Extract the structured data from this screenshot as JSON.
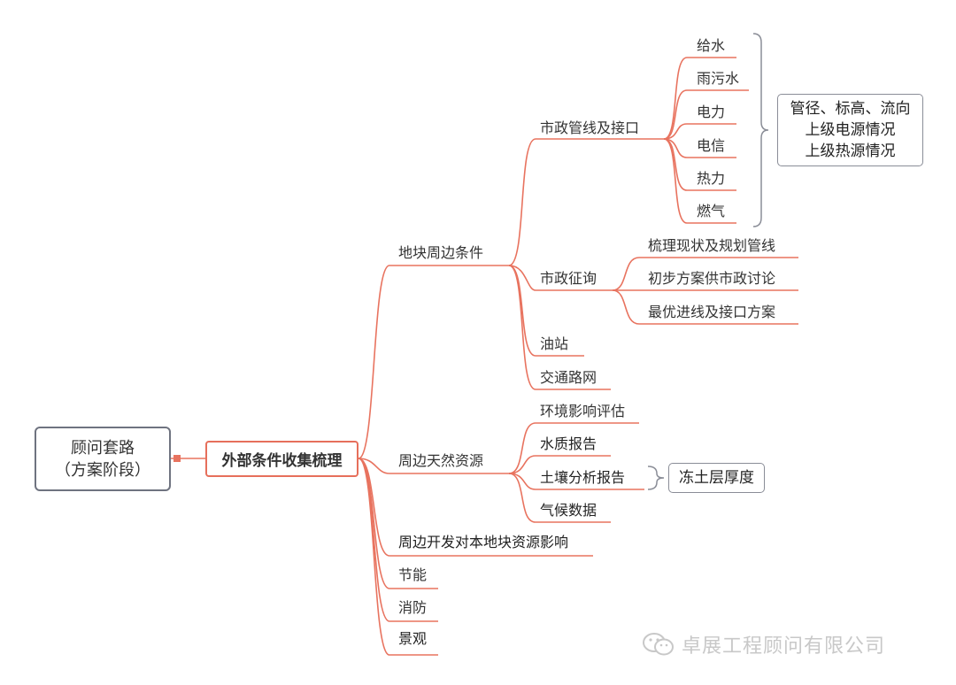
{
  "root": {
    "line1": "顾问套路",
    "line2": "（方案阶段）"
  },
  "main": "外部条件收集梳理",
  "branches": {
    "a": "地块周边条件",
    "a1": "市政管线及接口",
    "a1_items": [
      "给水",
      "雨污水",
      "电力",
      "电信",
      "热力",
      "燃气"
    ],
    "a1_note": [
      "管径、标高、流向",
      "上级电源情况",
      "上级热源情况"
    ],
    "a2": "市政征询",
    "a2_items": [
      "梳理现状及规划管线",
      "初步方案供市政讨论",
      "最优进线及接口方案"
    ],
    "a3": "油站",
    "a4": "交通路网",
    "b": "周边天然资源",
    "b_items": [
      "环境影响评估",
      "水质报告",
      "土壤分析报告",
      "气候数据"
    ],
    "b_note": "冻土层厚度",
    "c": "周边开发对本地块资源影响",
    "d": "节能",
    "e": "消防",
    "f": "景观"
  },
  "watermark": "卓展工程顾问有限公司",
  "colors": {
    "branch": "#e8735f",
    "box_border": "#6f7380",
    "bracket": "#8a8d97"
  }
}
